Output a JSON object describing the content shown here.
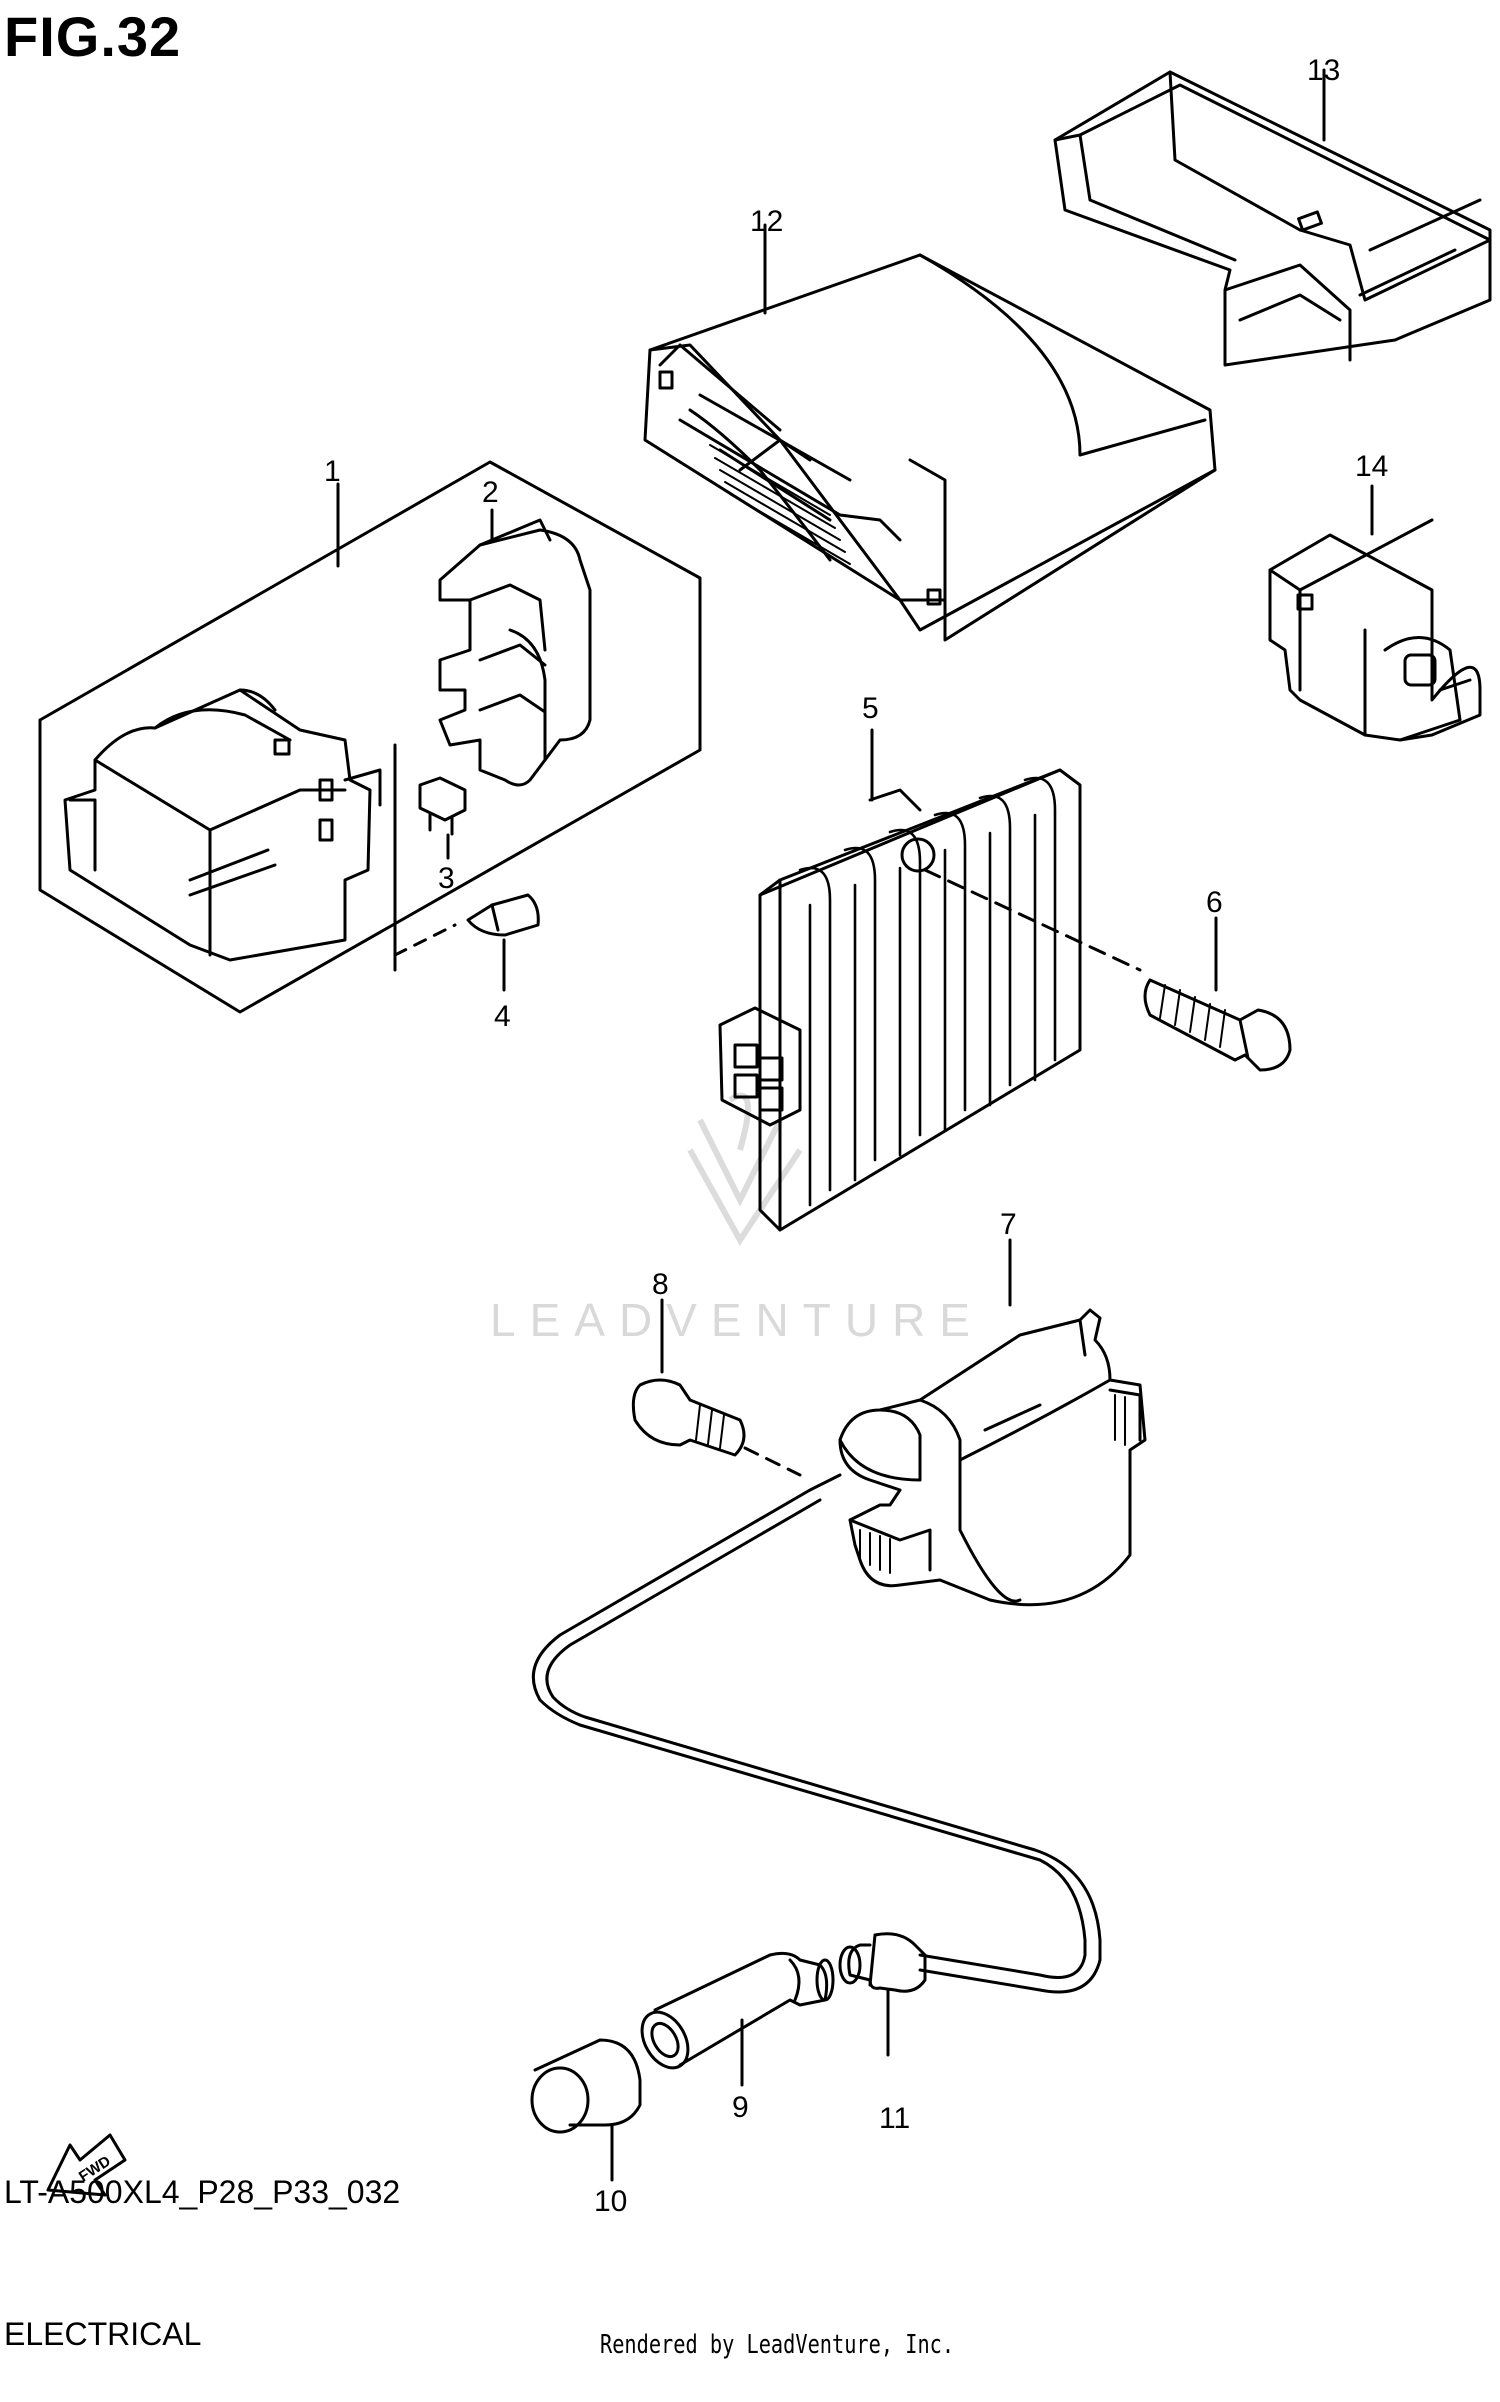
{
  "figure": {
    "title": "FIG.32",
    "code": "LT-A500XL4_P28_P33_032",
    "section": "ELECTRICAL",
    "credit": "Rendered by LeadVenture, Inc.",
    "watermark": "LEADVENTURE",
    "direction_badge": "FWD"
  },
  "callouts": [
    "1",
    "2",
    "3",
    "4",
    "5",
    "6",
    "7",
    "8",
    "9",
    "10",
    "11",
    "12",
    "13",
    "14"
  ]
}
